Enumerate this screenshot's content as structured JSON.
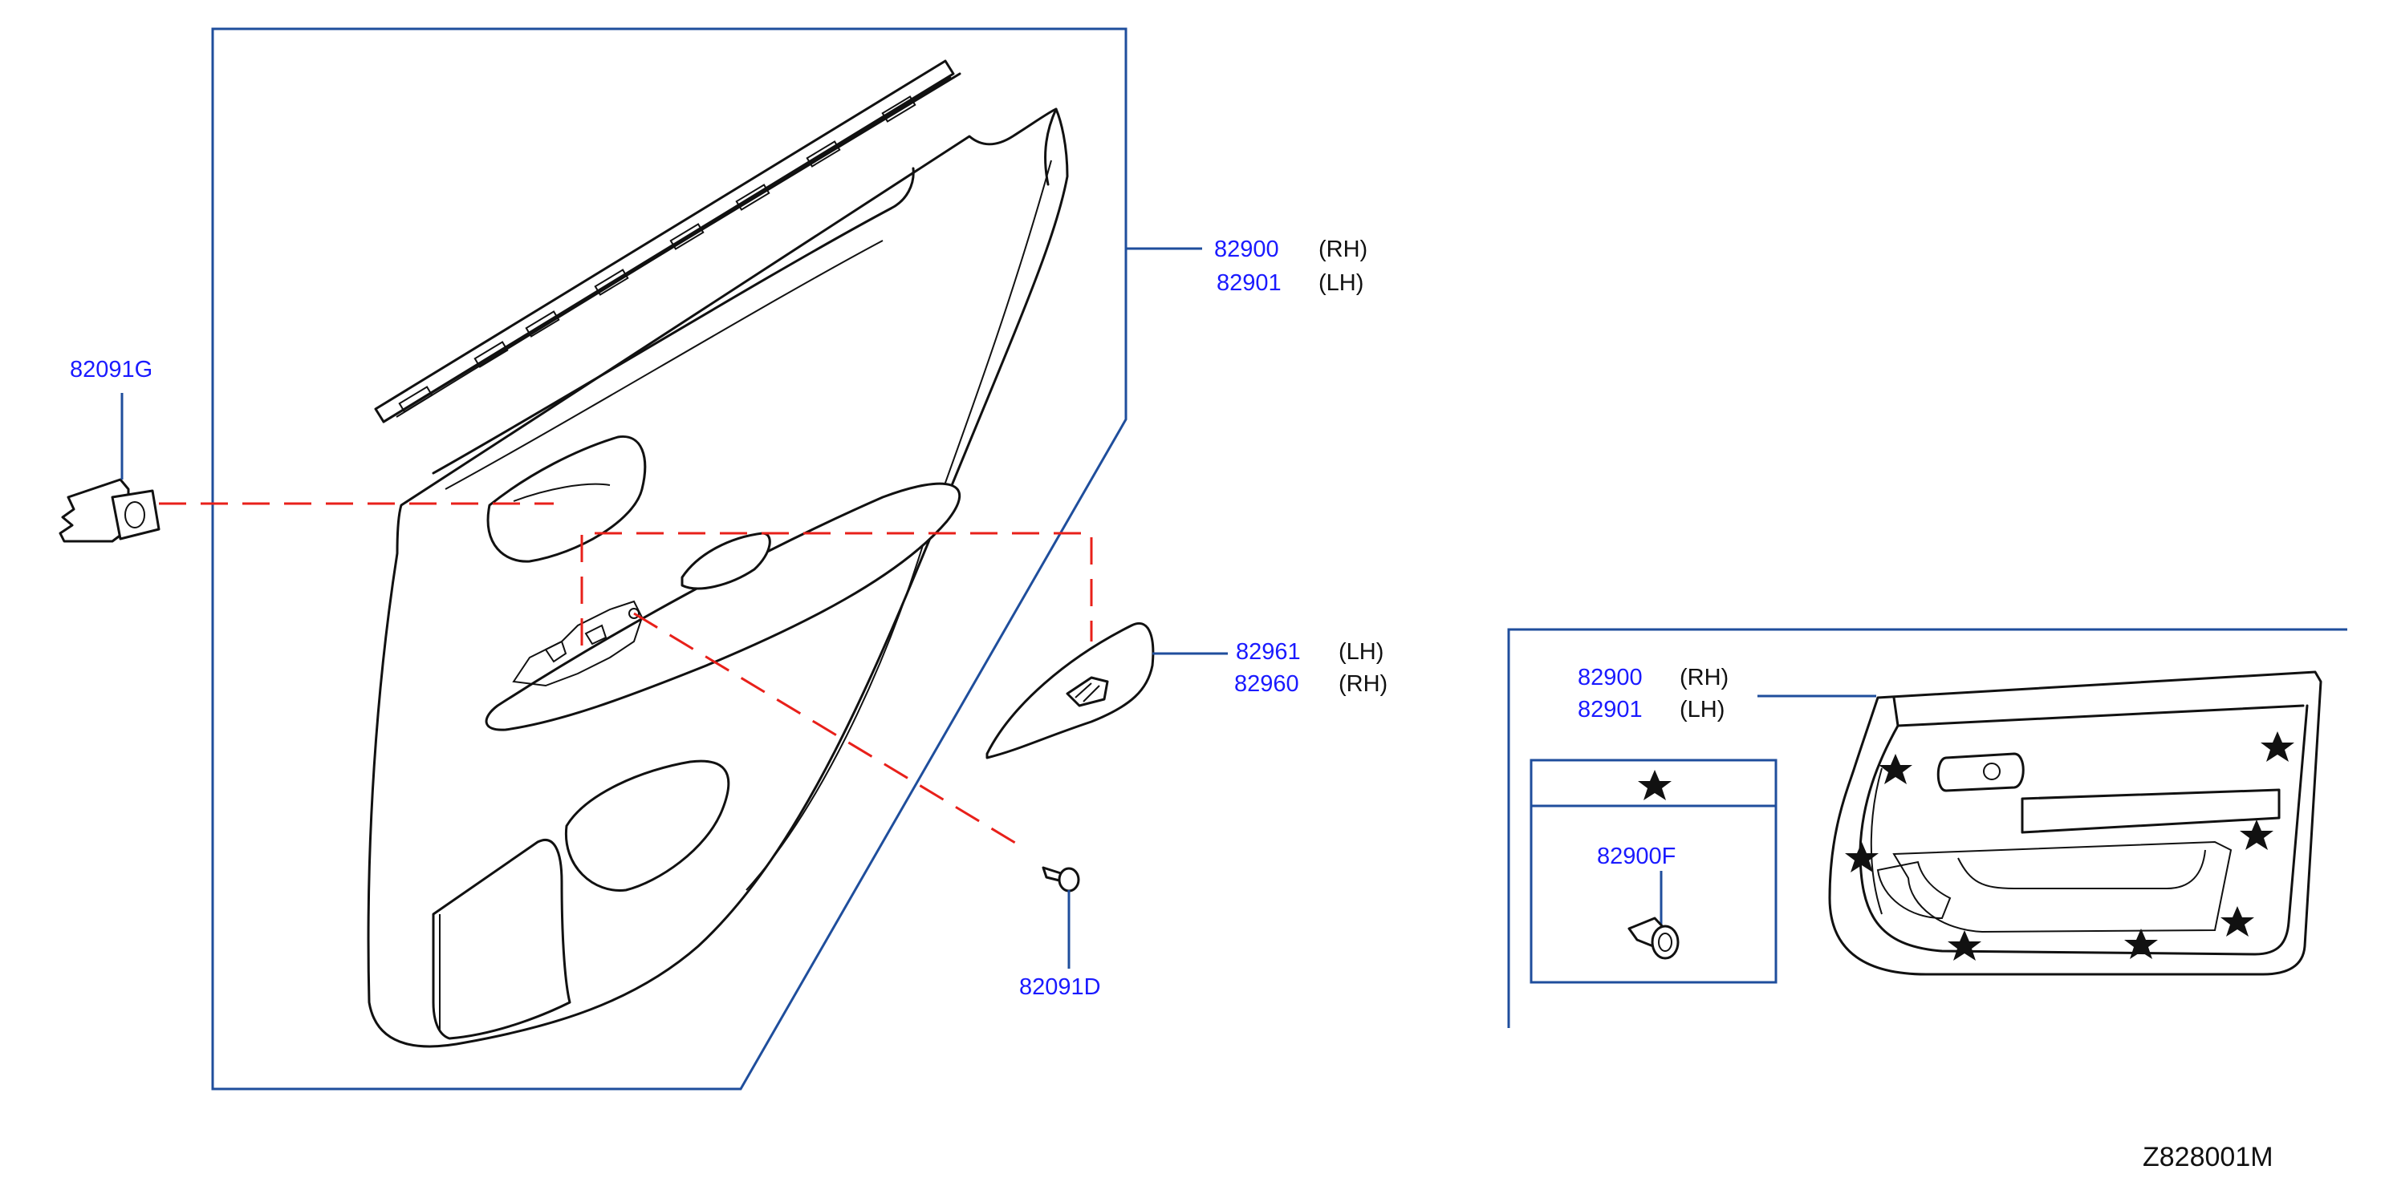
{
  "diagram_code": "Z828001M",
  "colors": {
    "part_number": "#1a1aff",
    "frame": "#1f4e9c",
    "leader_dash": "#e8201a",
    "drawing": "#111111"
  },
  "parts": {
    "clip_82091g": {
      "number": "82091G"
    },
    "panel": {
      "rh_number": "82900",
      "rh_side": "(RH)",
      "lh_number": "82901",
      "lh_side": "(LH)"
    },
    "finisher": {
      "lh_number": "82961",
      "lh_side": "(LH)",
      "rh_number": "82960",
      "rh_side": "(RH)"
    },
    "screw_82091d": {
      "number": "82091D"
    }
  },
  "inset": {
    "panel": {
      "rh_number": "82900",
      "rh_side": "(RH)",
      "lh_number": "82901",
      "lh_side": "(LH)"
    },
    "legend_symbol": "★",
    "clip_number": "82900F"
  }
}
